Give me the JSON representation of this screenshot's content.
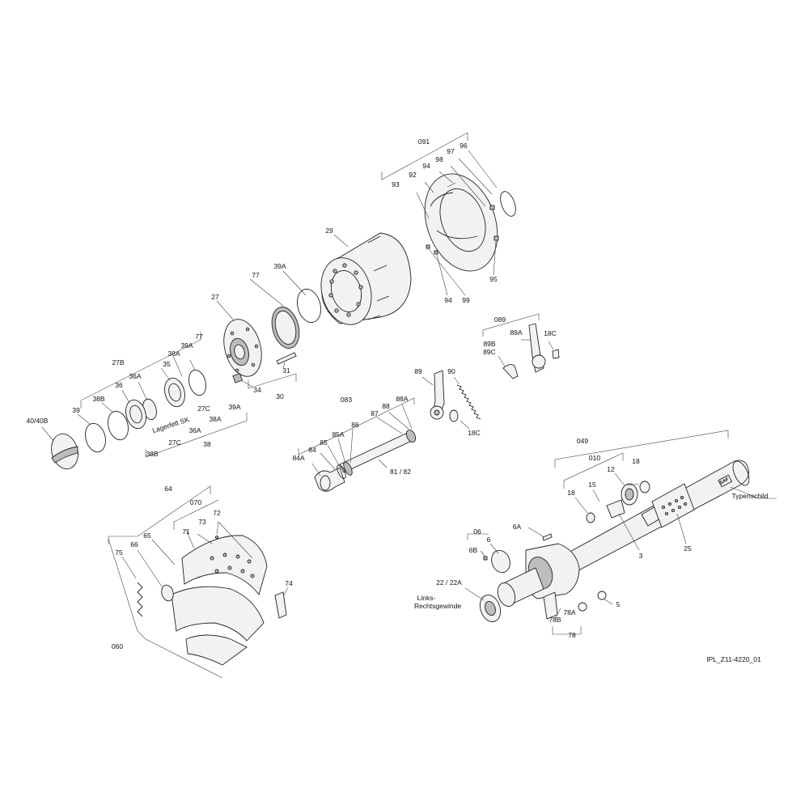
{
  "labels": {
    "l091": "091",
    "l96": "96",
    "l97": "97",
    "l98": "98",
    "l94a": "94",
    "l92": "92",
    "l93": "93",
    "l29": "29",
    "l95": "95",
    "l94b": "94",
    "l99": "99",
    "l77a": "77",
    "l39Aa": "39A",
    "l27": "27",
    "l77b": "77",
    "l39Ab": "39A",
    "l38A": "38A",
    "l27B": "27B",
    "l36Aa": "36A",
    "l35": "35",
    "l36": "36",
    "l31": "31",
    "l34": "34",
    "l30": "30",
    "l38Ba": "38B",
    "l39": "39",
    "l40": "40/40B",
    "l27Ca": "27C",
    "l39Ac": "39A",
    "l38Ab": "38A",
    "l36Ab": "36A",
    "l27Cb": "27C",
    "l38": "38",
    "l38Bb": "38B",
    "lagerfett": "Lagerfett SK",
    "l089": "089",
    "l89A": "89A",
    "l18Ca": "18C",
    "l89B": "89B",
    "l89C": "89C",
    "l89": "89",
    "l90": "90",
    "l18Cb": "18C",
    "l083": "083",
    "l88": "88",
    "l88A": "88A",
    "l87": "87",
    "l86": "86",
    "l85A": "85A",
    "l85": "85",
    "l84": "84",
    "l84A": "84A",
    "l8182": "81 / 82",
    "l049": "049",
    "l010": "010",
    "l12": "12",
    "l18a": "18",
    "l15": "15",
    "l18b": "18",
    "typenschild": "Typenschild",
    "l3": "3",
    "l25": "25",
    "l06": "06",
    "l6": "6",
    "l6A": "6A",
    "l6B": "6B",
    "l2222A": "22 / 22A",
    "links": "Links-",
    "rechts": "Rechtsgewinde",
    "l78A": "78A",
    "l78B": "78B",
    "l78": "78",
    "l5": "5",
    "l64": "64",
    "l070": "070",
    "l72": "72",
    "l73": "73",
    "l71": "71",
    "l65": "65",
    "l66": "66",
    "l75": "75",
    "l74": "74",
    "l060": "060",
    "saf": "SAF",
    "docid": "IPL_Z11-4220_01"
  }
}
